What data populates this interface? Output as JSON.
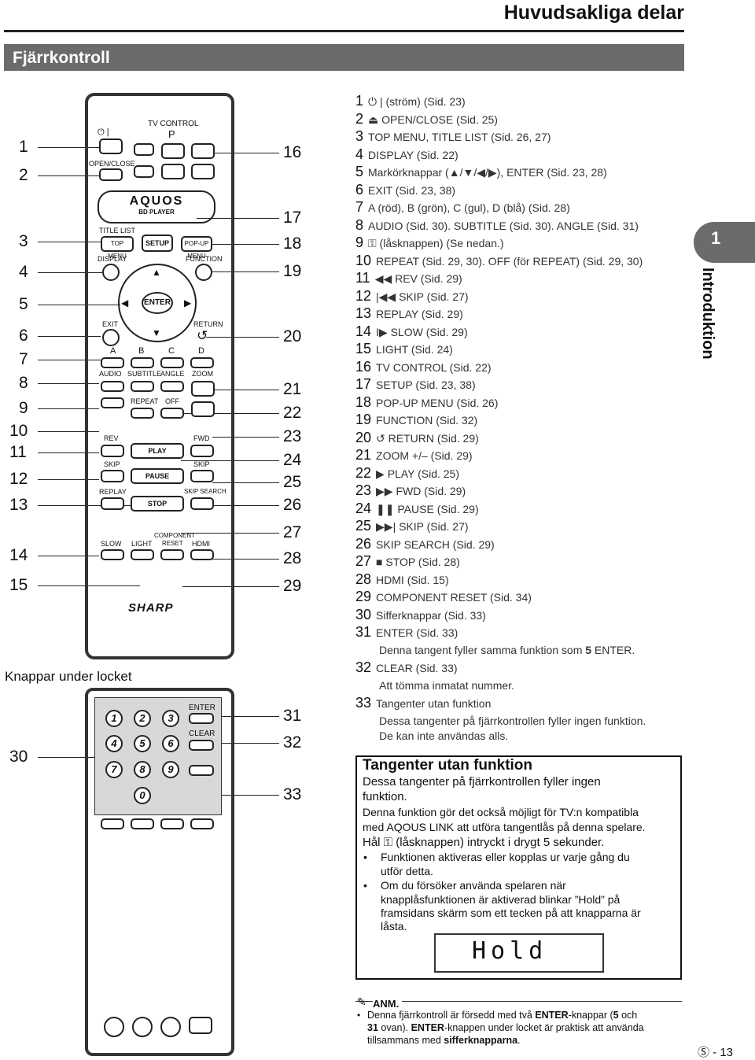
{
  "header": {
    "title": "Huvudsakliga delar",
    "section": "Fjärrkontroll"
  },
  "side": {
    "num": "1",
    "label": "Introduktion"
  },
  "left_numbers": [
    "1",
    "2",
    "3",
    "4",
    "5",
    "6",
    "7",
    "8",
    "9",
    "10",
    "11",
    "12",
    "13",
    "14",
    "15",
    "30"
  ],
  "right_numbers": [
    "16",
    "17",
    "18",
    "19",
    "20",
    "21",
    "22",
    "23",
    "24",
    "25",
    "26",
    "27",
    "28",
    "29",
    "31",
    "32",
    "33"
  ],
  "locket_label": "Knappar under locket",
  "remote": {
    "power": "⏻ |",
    "open_close": "OPEN/CLOSE",
    "tv_control": "TV CONTROL",
    "tv_p": "P",
    "brand_top": "AQUOS",
    "brand_sub": "BD PLAYER",
    "title_list": "TITLE LIST",
    "top_menu": "TOP MENU",
    "setup": "SETUP",
    "popup_menu": "POP-UP MENU",
    "display": "DISPLAY",
    "function": "FUNCTION",
    "enter": "ENTER",
    "exit": "EXIT",
    "return": "RETURN",
    "a": "A",
    "b": "B",
    "c": "C",
    "d": "D",
    "audio": "AUDIO",
    "subtitle": "SUBTITLE",
    "angle": "ANGLE",
    "zoom": "ZOOM",
    "repeat": "REPEAT",
    "off": "OFF",
    "rev": "REV",
    "fwd": "FWD",
    "play": "PLAY",
    "skip_l": "SKIP",
    "skip_r": "SKIP",
    "pause": "PAUSE",
    "replay": "REPLAY",
    "skip_search": "SKIP SEARCH",
    "stop": "STOP",
    "component": "COMPONENT",
    "reset": "RESET",
    "slow": "SLOW",
    "light": "LIGHT",
    "hdmi": "HDMI",
    "sharp": "SHARP",
    "lid_enter": "ENTER",
    "lid_clear": "CLEAR",
    "digits": [
      "1",
      "2",
      "3",
      "4",
      "5",
      "6",
      "7",
      "8",
      "9",
      "0"
    ]
  },
  "items": [
    {
      "n": "1",
      "t": "⏻ | (ström) (Sid. 23)"
    },
    {
      "n": "2",
      "t": "⏏ OPEN/CLOSE (Sid. 25)"
    },
    {
      "n": "3",
      "t": "TOP MENU, TITLE LIST (Sid. 26, 27)"
    },
    {
      "n": "4",
      "t": "DISPLAY (Sid. 22)"
    },
    {
      "n": "5",
      "t": "Markörknappar (▲/▼/◀/▶), ENTER (Sid. 23, 28)"
    },
    {
      "n": "6",
      "t": "EXIT (Sid. 23, 38)"
    },
    {
      "n": "7",
      "t": "A (röd), B (grön), C (gul), D (blå) (Sid. 28)"
    },
    {
      "n": "8",
      "t": "AUDIO (Sid. 30). SUBTITLE (Sid. 30). ANGLE (Sid. 31)"
    },
    {
      "n": "9",
      "t": "⚿ (låsknappen) (Se nedan.)"
    },
    {
      "n": "10",
      "t": "REPEAT (Sid. 29, 30). OFF (för REPEAT) (Sid. 29, 30)"
    },
    {
      "n": "11",
      "t": "◀◀ REV (Sid. 29)"
    },
    {
      "n": "12",
      "t": "|◀◀ SKIP (Sid. 27)"
    },
    {
      "n": "13",
      "t": "REPLAY (Sid. 29)"
    },
    {
      "n": "14",
      "t": "I▶ SLOW (Sid. 29)"
    },
    {
      "n": "15",
      "t": "LIGHT (Sid. 24)"
    },
    {
      "n": "16",
      "t": "TV CONTROL (Sid. 22)"
    },
    {
      "n": "17",
      "t": "SETUP (Sid. 23, 38)"
    },
    {
      "n": "18",
      "t": "POP-UP MENU (Sid. 26)"
    },
    {
      "n": "19",
      "t": "FUNCTION (Sid. 32)"
    },
    {
      "n": "20",
      "t": "↺ RETURN (Sid. 29)"
    },
    {
      "n": "21",
      "t": "ZOOM +/– (Sid. 29)"
    },
    {
      "n": "22",
      "t": "▶ PLAY (Sid. 25)"
    },
    {
      "n": "23",
      "t": "▶▶ FWD (Sid. 29)"
    },
    {
      "n": "24",
      "t": "❚❚ PAUSE (Sid. 29)"
    },
    {
      "n": "25",
      "t": "▶▶| SKIP (Sid. 27)"
    },
    {
      "n": "26",
      "t": "SKIP SEARCH (Sid. 29)"
    },
    {
      "n": "27",
      "t": "■ STOP (Sid. 28)"
    },
    {
      "n": "28",
      "t": "HDMI (Sid. 15)"
    },
    {
      "n": "29",
      "t": "COMPONENT RESET (Sid. 34)"
    },
    {
      "n": "30",
      "t": "Sifferknappar (Sid. 33)"
    },
    {
      "n": "31",
      "t": "ENTER (Sid. 33)"
    },
    {
      "n": "32",
      "t": "CLEAR (Sid. 33)"
    },
    {
      "n": "33",
      "t": "Tangenter utan funktion"
    }
  ],
  "subs": {
    "s31_a": "Denna tangent fyller samma funktion som ",
    "s31_b": "5",
    "s31_c": " ENTER.",
    "s32": "Att tömma inmatat nummer.",
    "s33_1": "Dessa tangenter på fjärrkontrollen fyller ingen funktion.",
    "s33_2": "De kan inte användas alls."
  },
  "box": {
    "title": "Tangenter utan funktion",
    "l1": "Dessa tangenter på fjärrkontrollen fyller ingen",
    "l2": "funktion.",
    "l3": "Denna funktion gör det också möjligt för TV:n kompatibla",
    "l4": "med AQOUS LINK att utföra tangentlås på denna spelare.",
    "l5": "Hål ⚿ (låsknappen) intryckt i drygt 5 sekunder.",
    "b1a": "Funktionen aktiveras eller kopplas ur varje gång du",
    "b1b": "utför detta.",
    "b2a": "Om du försöker använda spelaren när",
    "b2b": "knapplåsfunktionen är aktiverad blinkar ”Hold” på",
    "b2c": "framsidans skärm som ett tecken på att knapparna är",
    "b2d": "låsta.",
    "display": "Hold"
  },
  "note": {
    "title": "ANM.",
    "n1a": "Denna fjärrkontroll är försedd med två ",
    "n1b": "ENTER",
    "n1c": "-knappar (",
    "n1d": "5",
    "n1e": " och",
    "n2a": "31",
    "n2b": " ovan). ",
    "n2c": "ENTER",
    "n2d": "-knappen under locket är praktisk att använda",
    "n3a": "tillsammans med ",
    "n3b": "sifferknapparna",
    "n3c": "."
  },
  "page": "Ⓢ - 13"
}
